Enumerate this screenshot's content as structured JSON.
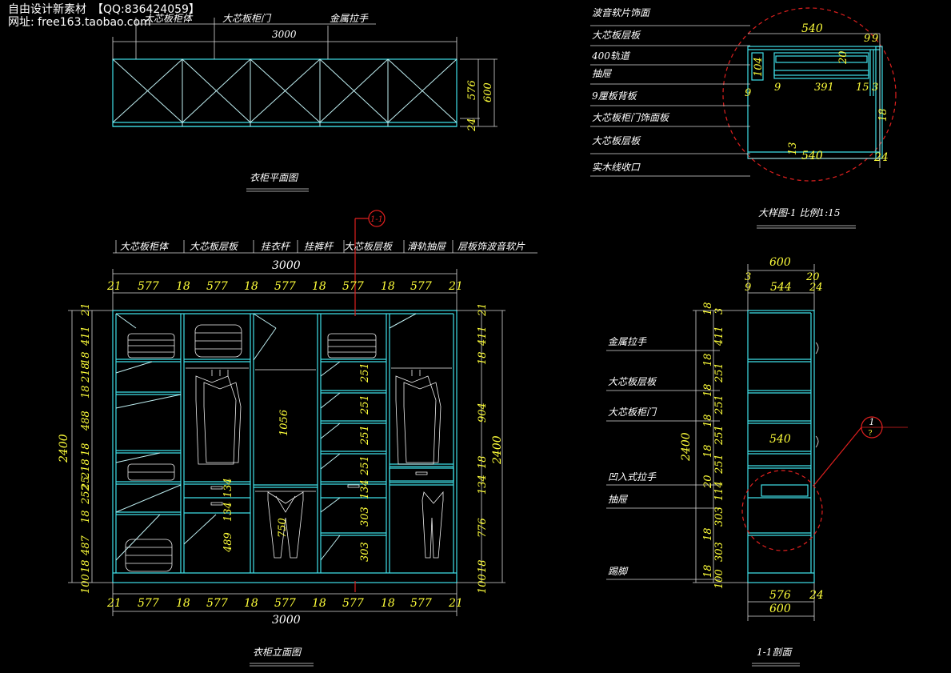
{
  "watermark": {
    "line1": "自由设计新素材　【QQ:836424059】",
    "line2": "网址: free163.taobao.com"
  },
  "plan": {
    "title": "衣柜平面图",
    "labels": [
      "大芯板柜体",
      "大芯板柜门",
      "金属拉手"
    ],
    "width_total": "3000",
    "dims_right": [
      "576",
      "600",
      "24"
    ]
  },
  "elevation": {
    "title": "衣柜立面图",
    "marker": "1-1",
    "labels": [
      "大芯板柜体",
      "大芯板层板",
      "挂衣杆",
      "挂裤杆",
      "大芯板层板",
      "滑轨抽屉",
      "层板饰波音软片"
    ],
    "width_total": "3000",
    "top_dims": [
      "21",
      "577",
      "18",
      "577",
      "18",
      "577",
      "18",
      "577",
      "18",
      "577",
      "21"
    ],
    "bottom_dims": [
      "21",
      "577",
      "18",
      "577",
      "18",
      "577",
      "18",
      "577",
      "18",
      "577",
      "21"
    ],
    "height_total": "2400",
    "left_dims": [
      "21",
      "411",
      "18",
      "218",
      "282",
      "18",
      "488",
      "18",
      "218",
      "25",
      "18",
      "252",
      "18",
      "487",
      "18",
      "100"
    ],
    "right_dims": [
      "21",
      "411",
      "18",
      "904",
      "18",
      "134",
      "776",
      "18",
      "100"
    ],
    "inner_dims": [
      "1056",
      "251",
      "251",
      "251",
      "251",
      "134",
      "303",
      "303",
      "134",
      "134",
      "489",
      "750"
    ]
  },
  "detail": {
    "title": "大样图-1  比例1:15",
    "labels": [
      "波音软片饰面",
      "大芯板层板",
      "400轨道",
      "抽屉",
      "9厘板背板",
      "大芯板柜门饰面板",
      "大芯板层板",
      "实木线收口"
    ],
    "dims": [
      "540",
      "9",
      "9",
      "20",
      "104",
      "9",
      "9",
      "391",
      "15",
      "3",
      "18",
      "540",
      "13",
      "24"
    ]
  },
  "section": {
    "title": "1-1剖面",
    "marker_num": "1",
    "marker_sub": "?",
    "labels": [
      "金属拉手",
      "大芯板层板",
      "大芯板柜门",
      "凹入式拉手",
      "抽屉",
      "踢脚"
    ],
    "top_dims": [
      "600",
      "3",
      "20",
      "9",
      "544",
      "24"
    ],
    "bottom_dims": [
      "576",
      "24",
      "600"
    ],
    "height_total": "2400",
    "left_dims": [
      "18",
      "3",
      "411",
      "18",
      "251",
      "18",
      "251",
      "18",
      "251",
      "18",
      "251",
      "20",
      "114",
      "303",
      "18",
      "303",
      "18",
      "100"
    ],
    "inner_dims": [
      "540"
    ]
  }
}
